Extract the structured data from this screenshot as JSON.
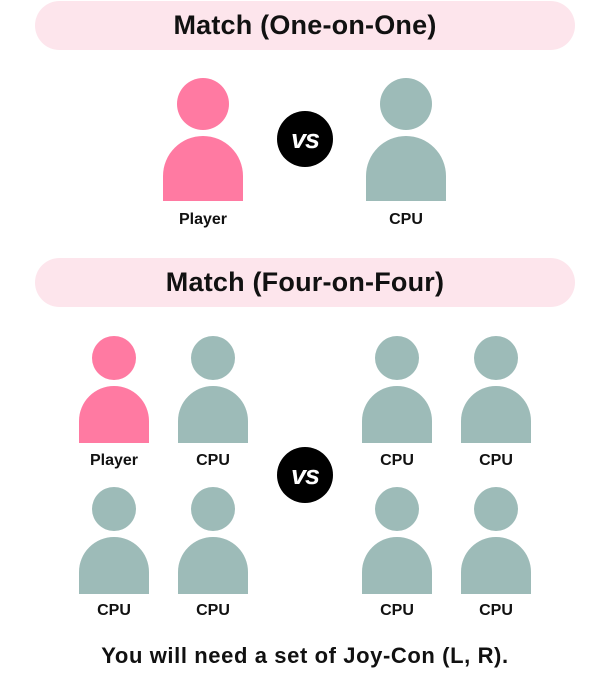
{
  "colors": {
    "banner_bg": "#fde5ec",
    "player": "#ff7aa2",
    "cpu": "#9dbbb8",
    "vs_bg": "#000000",
    "vs_text": "#ffffff"
  },
  "one_on_one": {
    "title": "Match (One-on-One)",
    "left_label": "Player",
    "right_label": "CPU",
    "vs": "vs"
  },
  "four_on_four": {
    "title": "Match (Four-on-Four)",
    "vs": "vs",
    "left_team": [
      "Player",
      "CPU",
      "CPU",
      "CPU"
    ],
    "right_team": [
      "CPU",
      "CPU",
      "CPU",
      "CPU"
    ]
  },
  "footer": "You will need a set of Joy-Con (L, R)."
}
